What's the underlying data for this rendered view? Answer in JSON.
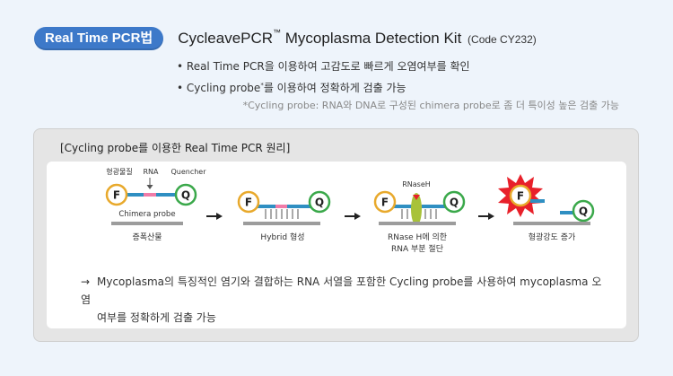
{
  "header": {
    "badge": "Real Time PCR법",
    "title_main": "CycleavePCR",
    "title_tm": "™",
    "title_rest": " Mycoplasma Detection Kit",
    "title_code": "(Code CY232)"
  },
  "bullets": [
    {
      "text": "• Real Time PCR을 이용하여 고감도로 빠르게 오염여부를 확인"
    },
    {
      "pre": "• Cycling probe",
      "sup": "*",
      "post": "를 이용하여 정확하게 검출 가능"
    }
  ],
  "footnote": "*Cycling probe: RNA와 DNA로 구성된 chimera probe로 좀 더 특이성 높은 검출 가능",
  "panel": {
    "title": "[Cycling probe를 이용한 Real Time PCR 원리]",
    "diagram": {
      "labels": {
        "fluor": "형광물질",
        "rna": "RNA",
        "quencher": "Quencher",
        "chimera": "Chimera probe",
        "rnaseh": "RNaseH",
        "f": "F",
        "q": "Q"
      },
      "steps": [
        "증폭산물",
        "Hybrid 형성",
        "RNase H에 의한",
        "RNA 부분 절단",
        "형광강도 증가"
      ]
    },
    "summary": {
      "arrow": "→",
      "line1": "Mycoplasma의 특징적인 염기와 결합하는 RNA 서열을 포함한 Cycling probe를 사용하여 mycoplasma 오염",
      "line2": "여부를 정확하게 검출 가능"
    }
  },
  "colors": {
    "badge": "#3d79c9",
    "fluor_ring": "#e8a92c",
    "quencher_ring": "#3aa84a",
    "probe": "#2f8fc2",
    "rna": "#f07ca8",
    "dna": "#9c9c9c",
    "burst": "#e8202a",
    "enzyme": "#a8c23a"
  }
}
